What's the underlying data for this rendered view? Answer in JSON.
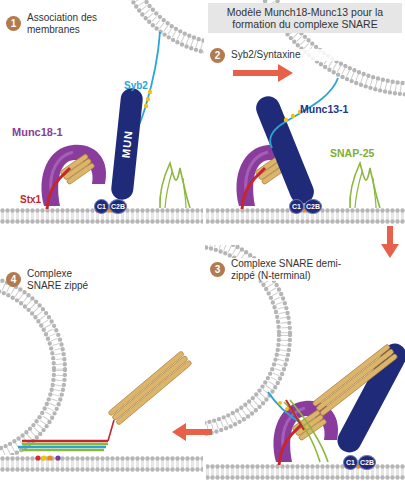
{
  "diagram": {
    "title": "Modèle Munch18-Munc13 pour la formation du complexe SNARE",
    "nodes": [
      {
        "text": [
          "1",
          "Association des membranes"
        ]
      },
      {
        "text": [
          "MUN"
        ]
      },
      {
        "text": [
          "C1"
        ]
      },
      {
        "text": [
          "C2B"
        ]
      },
      {
        "text": [
          "2",
          "Syb2/Syntaxine"
        ]
      },
      {
        "text": [
          "C1"
        ]
      },
      {
        "text": [
          "C2B"
        ]
      },
      {
        "text": [
          "3",
          "Complexe SNARE demi-zippé (N-terminal)"
        ]
      },
      {
        "text": [
          "C1"
        ]
      },
      {
        "text": [
          "C2B"
        ]
      },
      {
        "text": [
          "4",
          "Complexe SNARE zippé"
        ]
      }
    ],
    "labels": [
      "Syb2",
      "Munc18-1",
      "Stx1",
      "Munc13-1",
      "SNAP-25"
    ]
  }
}
